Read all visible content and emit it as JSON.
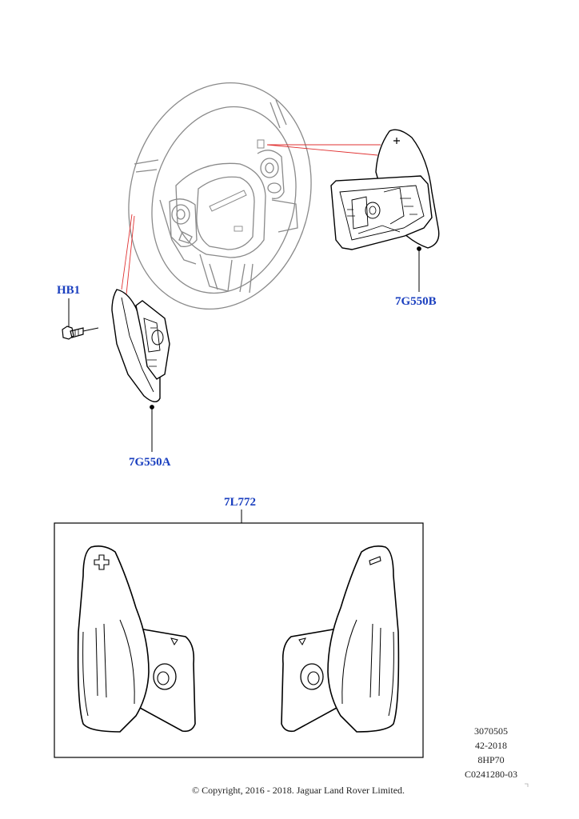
{
  "callouts": {
    "hb1": "HB1",
    "paddle_right": "7G550B",
    "paddle_left": "7G550A",
    "kit": "7L772"
  },
  "meta": [
    "3070505",
    "42-2018",
    "8HP70",
    "C0241280-03"
  ],
  "copyright": "© Copyright, 2016 - 2018. Jaguar Land Rover Limited.",
  "colors": {
    "callout": "#1a3fbf",
    "leader": "#e03030",
    "line": "#000000",
    "wheel": "#999999"
  }
}
